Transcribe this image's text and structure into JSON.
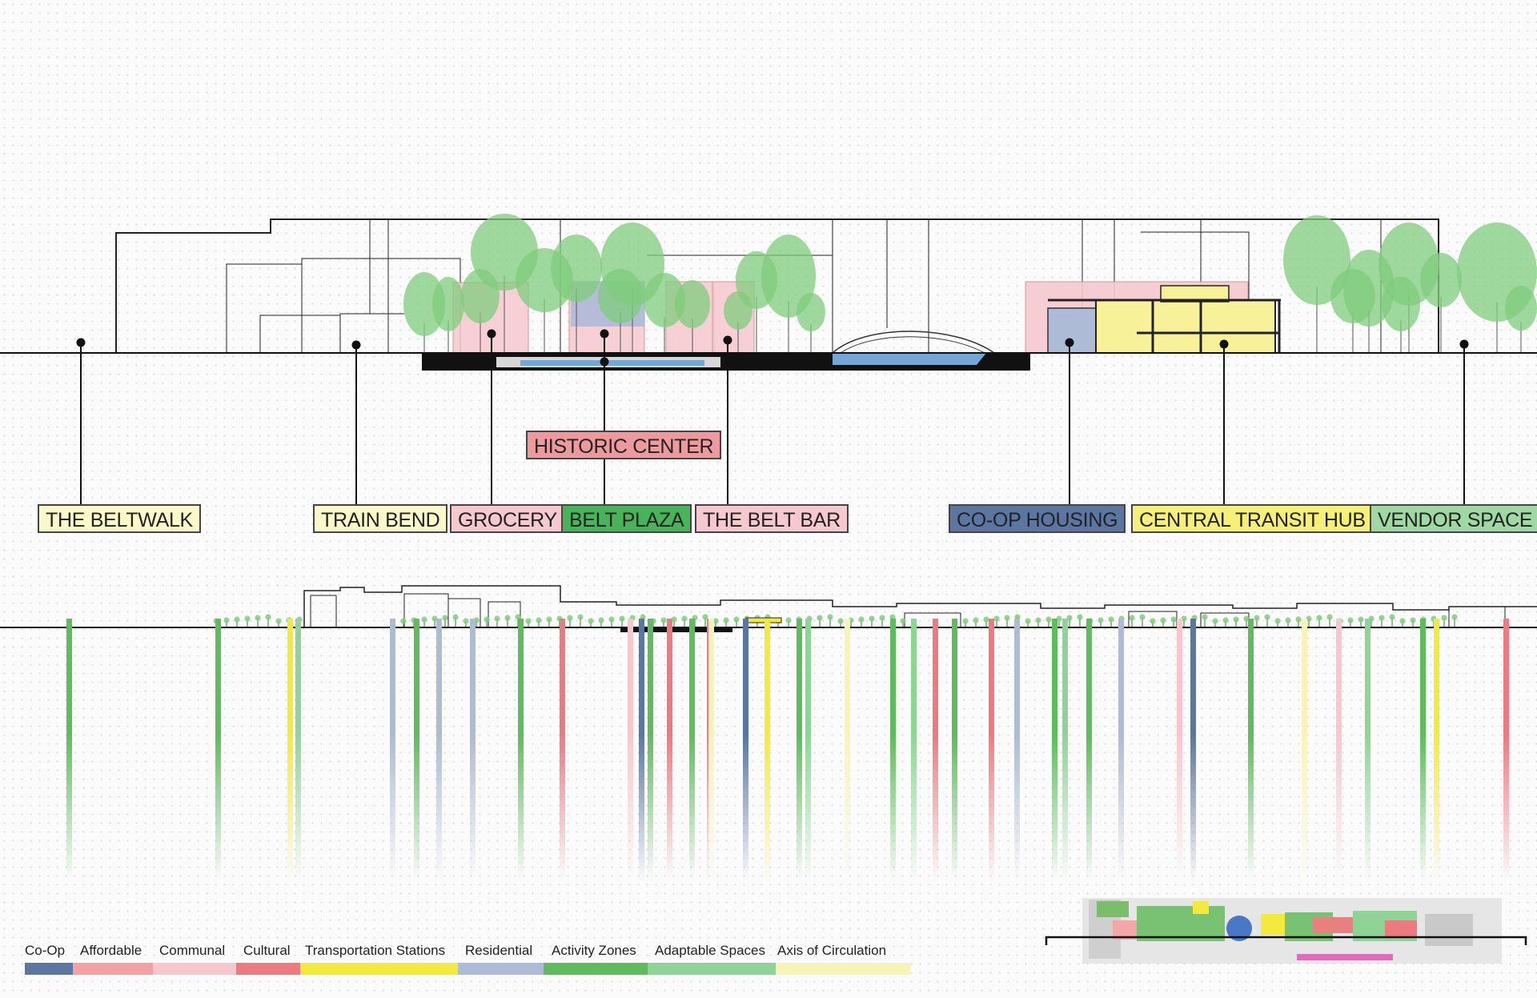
{
  "colors": {
    "coop": "#5b76a1",
    "affordable": "#f2a2a2",
    "communal": "#f6c8cd",
    "cultural": "#ec7b81",
    "transport": "#f4ea3e",
    "residential": "#aebbd6",
    "activity": "#5fbb5e",
    "adaptable": "#8fd496",
    "axis": "#f7f4ba",
    "tree": "#7fcc7c"
  },
  "labels": [
    {
      "id": "beltwalk",
      "text": "THE BELTWALK",
      "fill": "#fbf9c9"
    },
    {
      "id": "train-bend",
      "text": "TRAIN BEND",
      "fill": "#fbf9c9"
    },
    {
      "id": "grocery",
      "text": "GROCERY",
      "fill": "#f6c8cf"
    },
    {
      "id": "belt-plaza",
      "text": "BELT PLAZA",
      "fill": "#48b35a"
    },
    {
      "id": "historic-center",
      "text": "HISTORIC CENTER",
      "fill": "#ec9a9e"
    },
    {
      "id": "belt-bar",
      "text": "THE BELT BAR",
      "fill": "#f6c8cf"
    },
    {
      "id": "coop-housing",
      "text": "CO-OP HOUSING",
      "fill": "#5b76a1"
    },
    {
      "id": "transit-hub",
      "text": "CENTRAL TRANSIT HUB",
      "fill": "#f6f07a"
    },
    {
      "id": "vendor-space",
      "text": "VENDOR SPACE",
      "fill": "#9fd8a3"
    }
  ],
  "legend": [
    {
      "text": "Co-Op",
      "key": "coop"
    },
    {
      "text": "Affordable",
      "key": "affordable"
    },
    {
      "text": "Communal",
      "key": "communal"
    },
    {
      "text": "Cultural",
      "key": "cultural"
    },
    {
      "text": "Transportation Stations",
      "key": "transport"
    },
    {
      "text": "Residential",
      "key": "residential"
    },
    {
      "text": "Activity Zones",
      "key": "activity"
    },
    {
      "text": "Adaptable Spaces",
      "key": "adaptable"
    },
    {
      "text": "Axis of Circulation",
      "key": "axis"
    }
  ],
  "stripes": [
    "activity",
    "activity",
    "transport",
    "adaptable",
    "residential",
    "activity",
    "residential",
    "residential",
    "activity",
    "cultural",
    "communal",
    "coop",
    "activity",
    "cultural",
    "activity",
    "cultural",
    "axis",
    "coop",
    "transport",
    "activity",
    "adaptable",
    "axis",
    "activity",
    "adaptable",
    "cultural",
    "activity",
    "cultural",
    "residential",
    "activity",
    "adaptable",
    "activity",
    "residential",
    "communal",
    "coop",
    "activity",
    "axis",
    "communal",
    "adaptable",
    "activity",
    "transport",
    "cultural"
  ]
}
